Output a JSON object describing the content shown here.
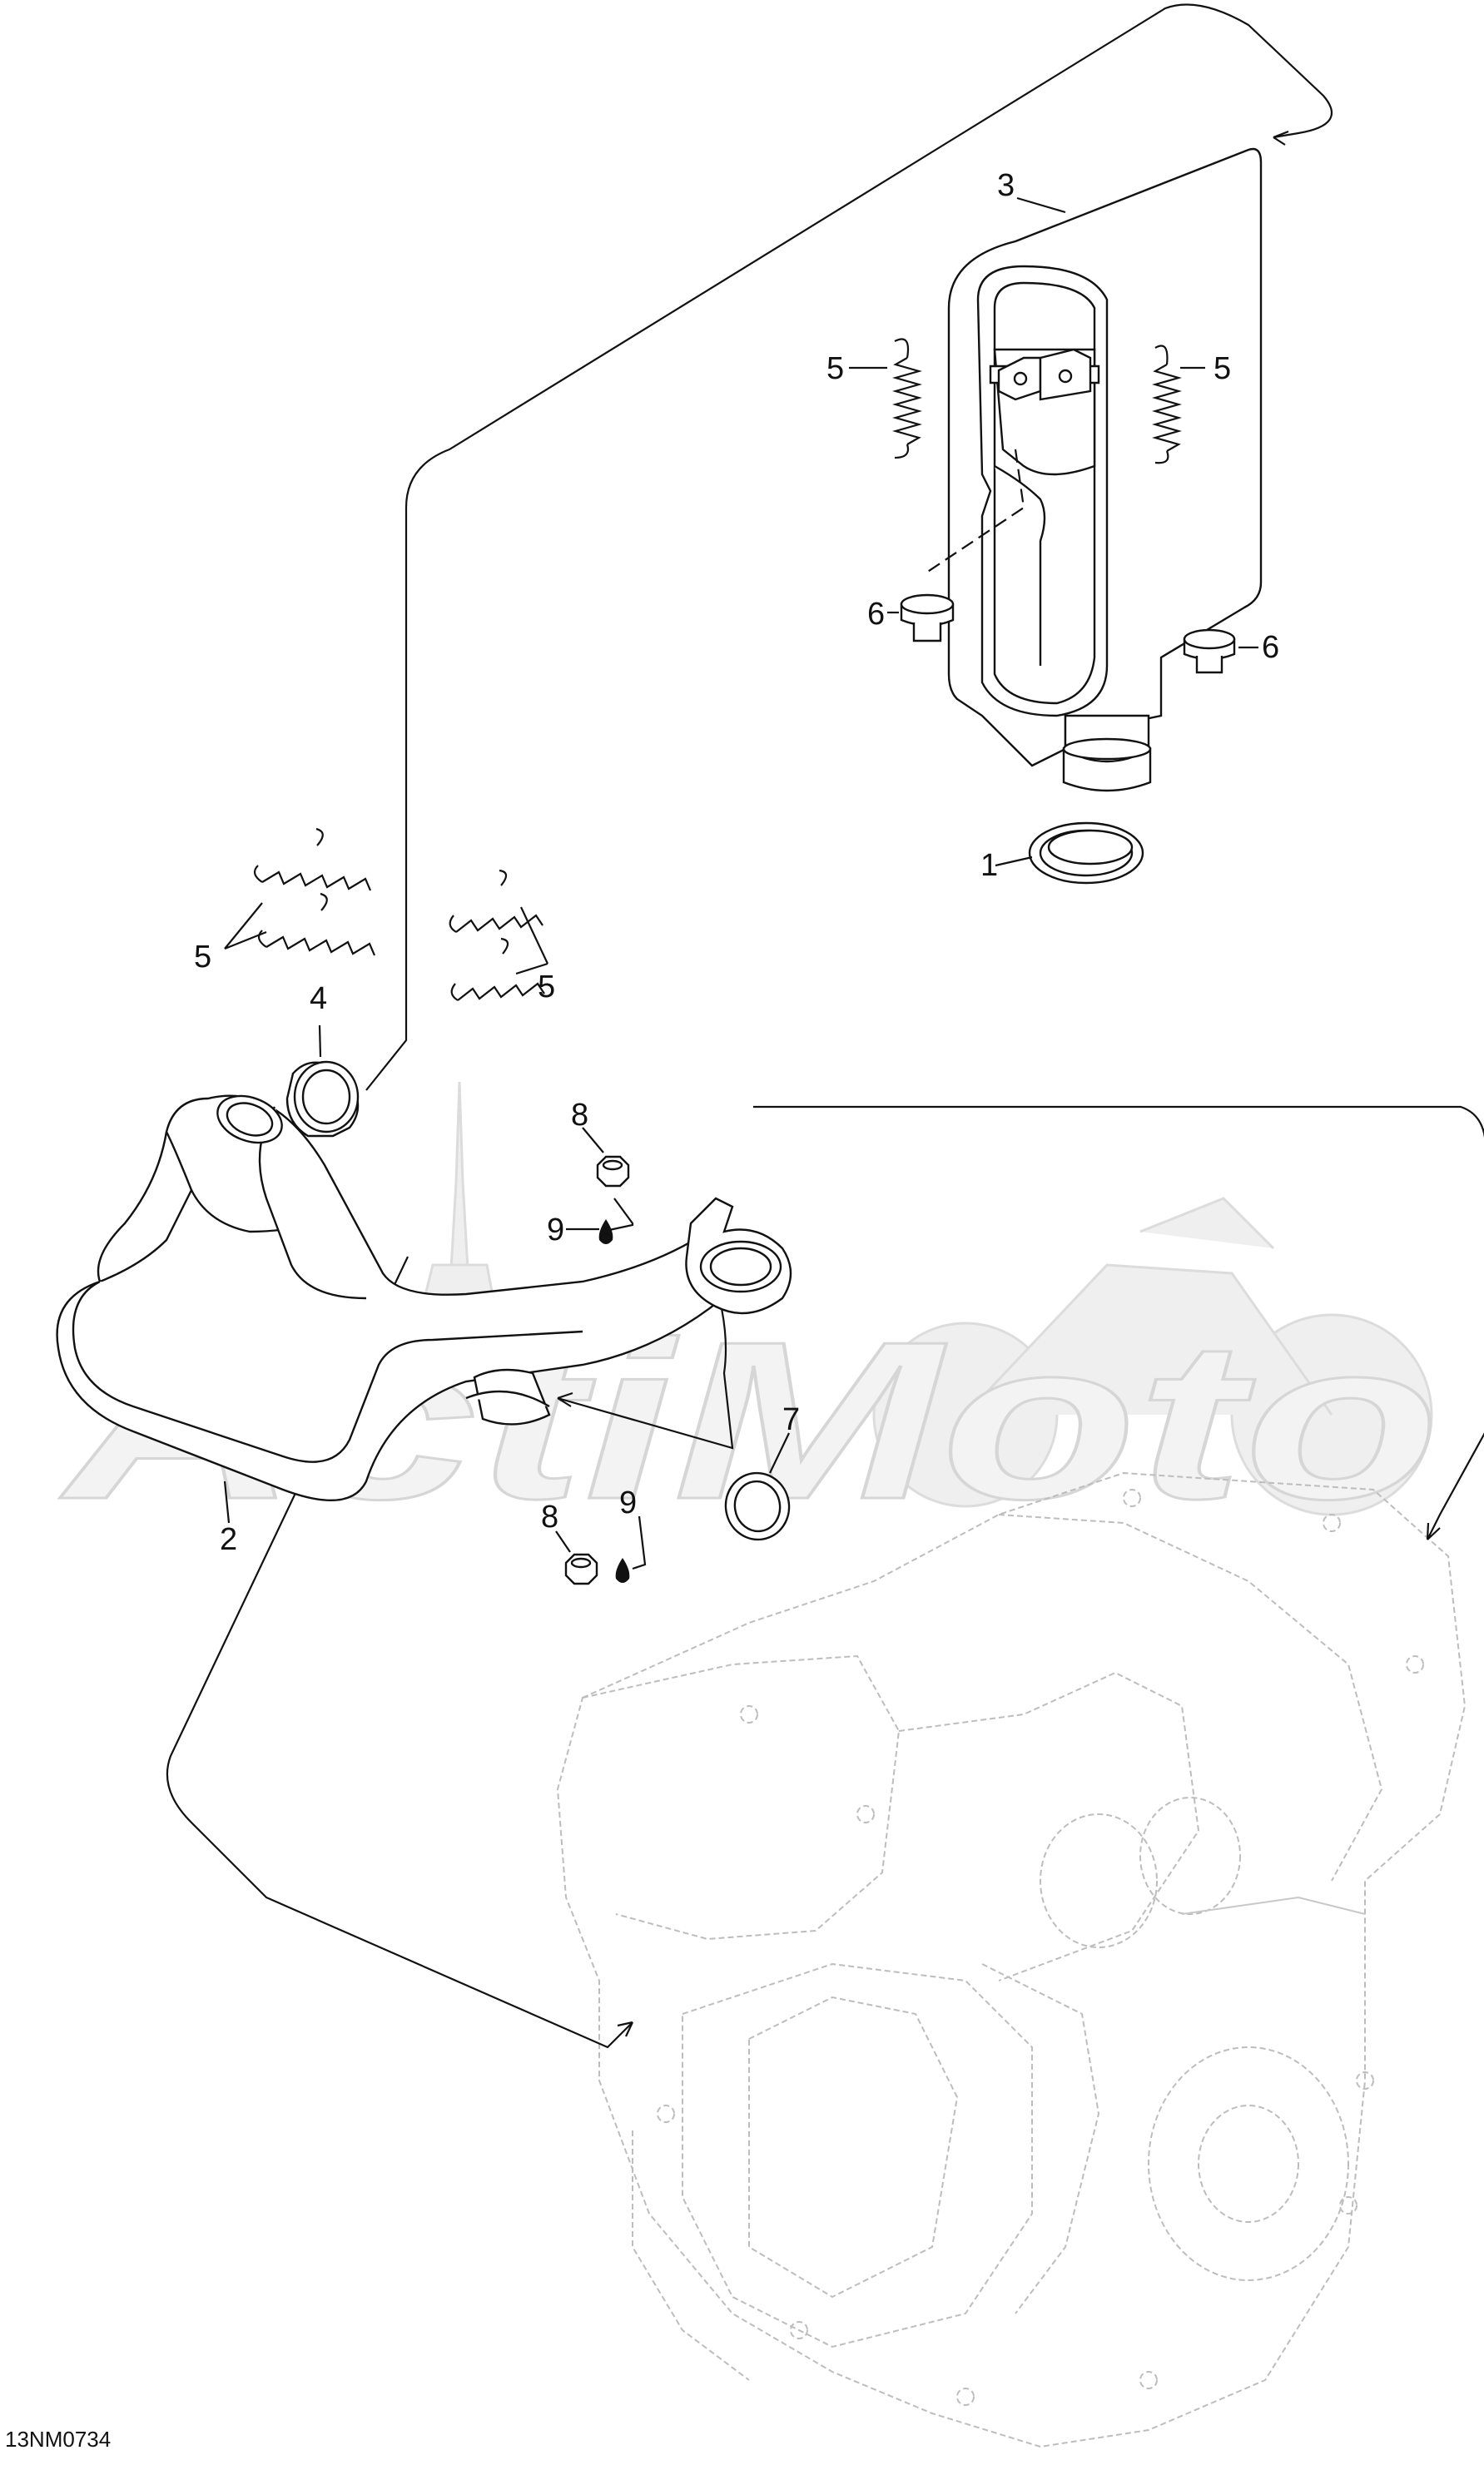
{
  "diagram": {
    "document_id": "13NM0734",
    "watermark_text": "ActiMoto",
    "callouts": {
      "c1": "1",
      "c2": "2",
      "c3": "3",
      "c4": "4",
      "c5a": "5",
      "c5b": "5",
      "c5c": "5",
      "c5d": "5",
      "c6a": "6",
      "c6b": "6",
      "c7": "7",
      "c8a": "8",
      "c8b": "8",
      "c9a": "9",
      "c9b": "9"
    }
  }
}
